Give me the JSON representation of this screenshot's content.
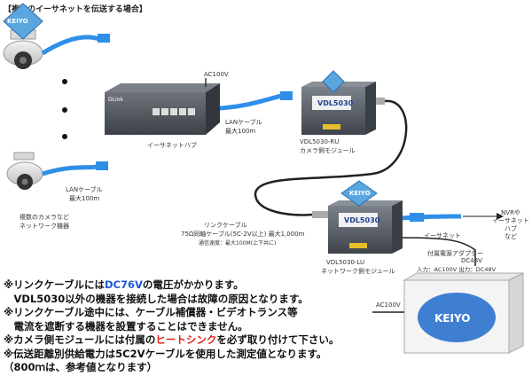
{
  "header": {
    "title": "【複数のイーサネットを伝送する場合】"
  },
  "logos": {
    "brand": "KEIYO"
  },
  "devices": {
    "camera_label": "複数のカメラなど\nネットワーク機器",
    "hub_label": "イーサネットハブ",
    "hub_brand": "DLink",
    "ru_logo": "VDL5030",
    "ru_name": "VDL5030-RU",
    "ru_sub": "カメラ側モジュール",
    "lu_logo": "VDL5030",
    "lu_name": "VDL5030-LU",
    "lu_sub": "ネットワーク側モジュール",
    "adapter_label": "付属電源アダプター",
    "adapter_spec": "入力：AC100V 出力：DC48V",
    "nvr_label": "NVRや\nイーサネットハブ\nなど"
  },
  "connections": {
    "ac_top": "AC100V",
    "lan_hub_1": "LANケーブル",
    "lan_hub_2": "最大100m",
    "lan_cam_1": "LANケーブル",
    "lan_cam_2": "最大100m",
    "link_1": "リンクケーブル",
    "link_2": "75Ω同軸ケーブル(5C-2V以上) 最大1,000m",
    "link_3": "通信速度：最大100M(上下共に)",
    "ethernet": "イーサネット",
    "dc48v": "DC48V",
    "ac_bottom": "AC100V"
  },
  "notes": {
    "line1_a": "※リンクケーブルには",
    "line1_b": "DC76V",
    "line1_c": "の電圧がかかります。",
    "line2": "　VDL5030以外の機器を接続した場合は故障の原因となります。",
    "line3": "※リンクケーブル途中には、ケーブル補償器・ビデオトランス等",
    "line4": "　電流を遮断する機器を設置することはできません。",
    "line5_a": "※カメラ側モジュールには付属の",
    "line5_b": "ヒートシンク",
    "line5_c": "を必ず取り付けて下さい。",
    "line6": "※伝送距離別供給電力は5C2Vケーブルを使用した測定値となります。",
    "line7": "（800ｍは、参考値となります）"
  },
  "colors": {
    "accent_blue": "#1c57d8",
    "accent_red": "#e0201b",
    "cable_blue": "#2f8fe8",
    "device_gray": "#4a4f57"
  }
}
